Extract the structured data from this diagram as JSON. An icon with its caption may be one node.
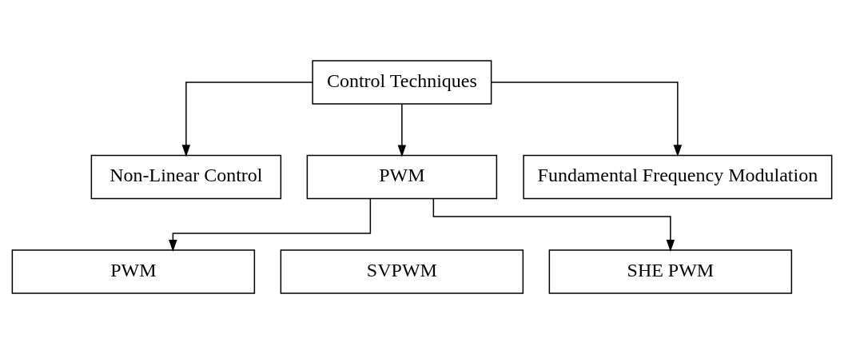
{
  "diagram": {
    "nodes": [
      {
        "text": [
          "Control Techniques"
        ]
      },
      {
        "text": [
          "Non-Linear Control"
        ]
      },
      {
        "text": [
          "PWM"
        ]
      },
      {
        "text": [
          "Fundamental Frequency Modulation"
        ]
      },
      {
        "text": [
          "PWM"
        ]
      },
      {
        "text": [
          "SVPWM"
        ]
      },
      {
        "text": [
          "SHE PWM"
        ]
      }
    ],
    "edges": [
      {
        "from": 0,
        "to": 1,
        "arrow": "to"
      },
      {
        "from": 0,
        "to": 2,
        "arrow": "to"
      },
      {
        "from": 0,
        "to": 3,
        "arrow": "to"
      },
      {
        "from": 2,
        "to": 4,
        "arrow": "to"
      },
      {
        "from": 2,
        "to": 6,
        "arrow": "to"
      }
    ]
  }
}
